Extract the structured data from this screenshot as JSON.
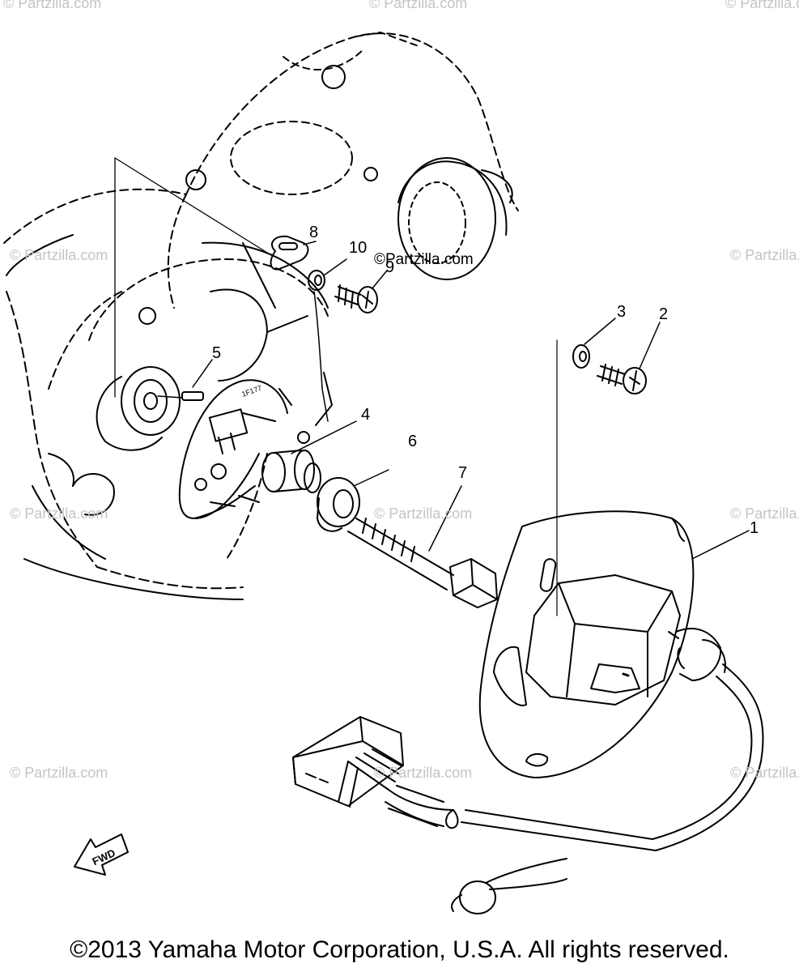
{
  "callouts": [
    "1",
    "2",
    "3",
    "4",
    "5",
    "6",
    "7",
    "8",
    "9",
    "10"
  ],
  "stamp_text": "1F177",
  "fwd_label": "FWD",
  "watermark": "© Partzilla.com",
  "watermark_center": "©Partzilla.com",
  "copyright": "©2013 Yamaha Motor Corporation, U.S.A. All rights reserved."
}
